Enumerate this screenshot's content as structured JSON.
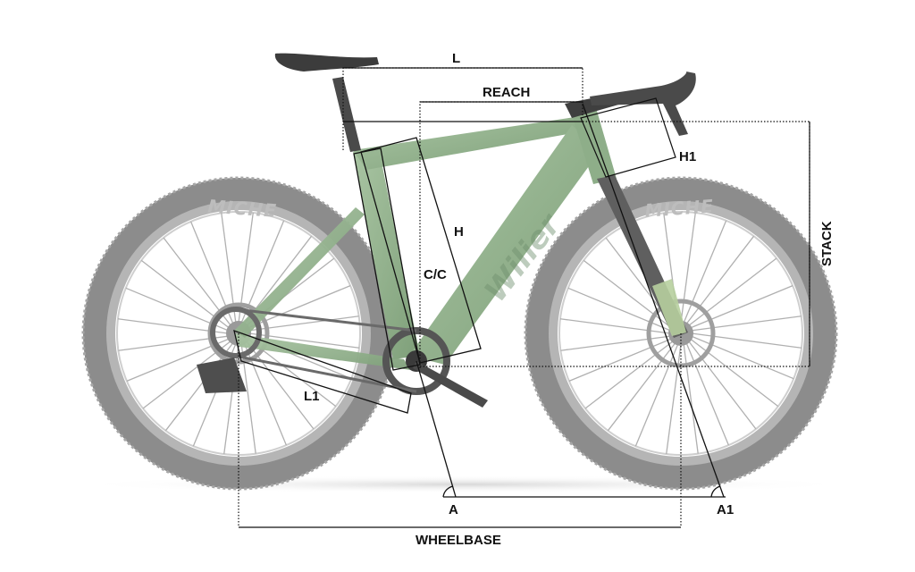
{
  "labels": {
    "l": "L",
    "reach": "REACH",
    "h1": "H1",
    "stack": "STACK",
    "h": "H",
    "cc": "C/C",
    "l1": "L1",
    "a": "A",
    "a1": "A1",
    "wheelbase": "WHEELBASE"
  },
  "brand": {
    "rim_text": "MICHE",
    "downtube_text": "Wilier"
  },
  "colors": {
    "frame": "#9dbb98",
    "frame_dark": "#7a9a76",
    "tire": "#8e8e8e",
    "tire_dark": "#6e6e6e",
    "line": "#111111",
    "dotted": "#444444"
  }
}
